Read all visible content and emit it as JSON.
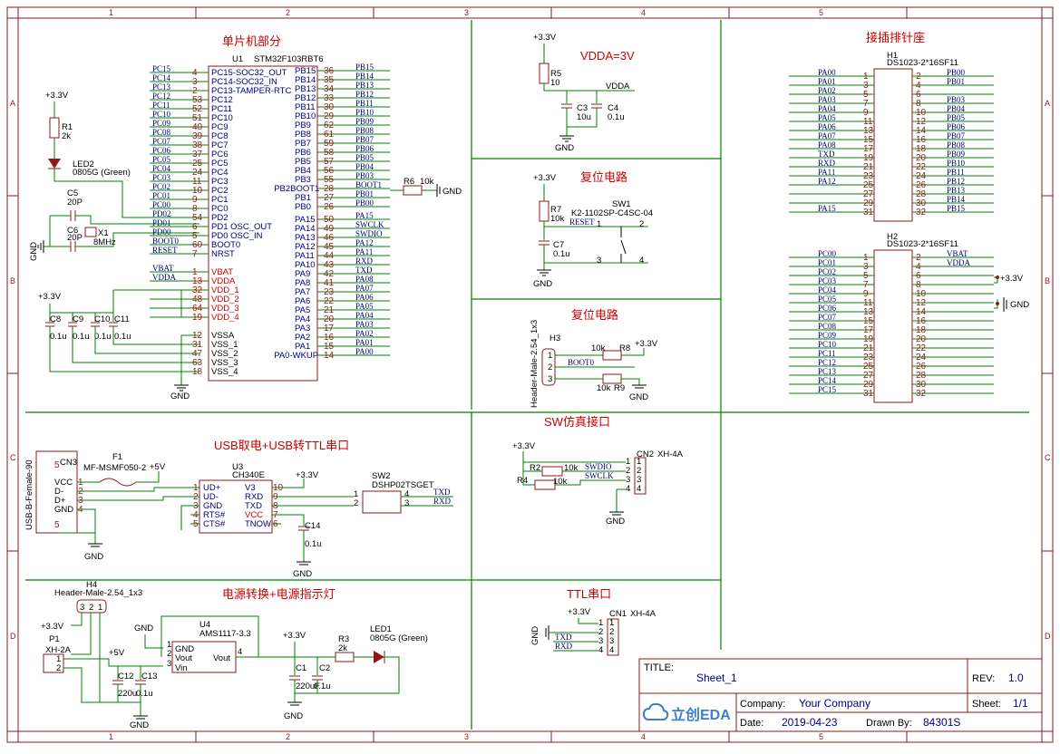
{
  "grid": {
    "cols": [
      "1",
      "2",
      "3",
      "4",
      "5"
    ],
    "rows": [
      "A",
      "B",
      "C",
      "D"
    ]
  },
  "sections": {
    "mcu": "单片机部分",
    "header": "接插排针座",
    "vdda": "VDDA=3V",
    "reset": "复位电路",
    "boot": "复位电路",
    "usb": "USB取电+USB转TTL串口",
    "sw": "SW仿真接口",
    "ttl": "TTL串口",
    "power": "电源转换+电源指示灯"
  },
  "mcu": {
    "ref": "U1",
    "part": "STM32F103RBT6",
    "left_pins": [
      {
        "net": "PC15",
        "num": "4",
        "name": "PC15-SOC32_OUT"
      },
      {
        "net": "PC14",
        "num": "3",
        "name": "PC14-SOC32_IN"
      },
      {
        "net": "PC13",
        "num": "2",
        "name": "PC13-TAMPER-RTC"
      },
      {
        "net": "PC12",
        "num": "53",
        "name": "PC12"
      },
      {
        "net": "PC11",
        "num": "52",
        "name": "PC11"
      },
      {
        "net": "PC10",
        "num": "51",
        "name": "PC10"
      },
      {
        "net": "PC09",
        "num": "40",
        "name": "PC9"
      },
      {
        "net": "PC08",
        "num": "39",
        "name": "PC8"
      },
      {
        "net": "PC07",
        "num": "38",
        "name": "PC7"
      },
      {
        "net": "PC06",
        "num": "37",
        "name": "PC6"
      },
      {
        "net": "PC05",
        "num": "25",
        "name": "PC5"
      },
      {
        "net": "PC04",
        "num": "24",
        "name": "PC4"
      },
      {
        "net": "PC03",
        "num": "11",
        "name": "PC3"
      },
      {
        "net": "PC02",
        "num": "10",
        "name": "PC2"
      },
      {
        "net": "PC01",
        "num": "9",
        "name": "PC1"
      },
      {
        "net": "PC00",
        "num": "8",
        "name": "PC0"
      },
      {
        "net": "PD02",
        "num": "54",
        "name": "PD2"
      },
      {
        "net": "PD01",
        "num": "6",
        "name": "PD1 OSC_OUT"
      },
      {
        "net": "PD00",
        "num": "5",
        "name": "PD0 OSC_IN"
      },
      {
        "net": "BOOT0",
        "num": "60",
        "name": "BOOT0"
      },
      {
        "net": "RESET",
        "num": "7",
        "name": "NRST"
      }
    ],
    "power_pins": [
      {
        "net": "VBAT",
        "num": "1",
        "name": "VBAT"
      },
      {
        "net": "VDDA",
        "num": "13",
        "name": "VDDA"
      },
      {
        "net": "",
        "num": "32",
        "name": "VDD_1"
      },
      {
        "net": "",
        "num": "48",
        "name": "VDD_2"
      },
      {
        "net": "",
        "num": "64",
        "name": "VDD_3"
      },
      {
        "net": "",
        "num": "19",
        "name": "VDD_4"
      }
    ],
    "gnd_pins": [
      {
        "num": "12",
        "name": "VSSA"
      },
      {
        "num": "31",
        "name": "VSS_1"
      },
      {
        "num": "47",
        "name": "VSS_2"
      },
      {
        "num": "63",
        "name": "VSS_3"
      },
      {
        "num": "18",
        "name": "VSS_4"
      }
    ],
    "right_pins": [
      {
        "net": "PB15",
        "num": "36",
        "name": "PB15"
      },
      {
        "net": "PB14",
        "num": "35",
        "name": "PB14"
      },
      {
        "net": "PB13",
        "num": "34",
        "name": "PB13"
      },
      {
        "net": "PB12",
        "num": "33",
        "name": "PB12"
      },
      {
        "net": "PB11",
        "num": "30",
        "name": "PB11"
      },
      {
        "net": "PB10",
        "num": "29",
        "name": "PB10"
      },
      {
        "net": "PB09",
        "num": "62",
        "name": "PB9"
      },
      {
        "net": "PB08",
        "num": "61",
        "name": "PB8"
      },
      {
        "net": "PB07",
        "num": "59",
        "name": "PB7"
      },
      {
        "net": "PB06",
        "num": "58",
        "name": "PB6"
      },
      {
        "net": "PB05",
        "num": "57",
        "name": "PB5"
      },
      {
        "net": "PB04",
        "num": "56",
        "name": "PB4"
      },
      {
        "net": "PB03",
        "num": "55",
        "name": "PB3"
      },
      {
        "net": "BOOT1",
        "num": "28",
        "name": "PB2BOOT1"
      },
      {
        "net": "PB01",
        "num": "27",
        "name": "PB1"
      },
      {
        "net": "PB00",
        "num": "26",
        "name": "PB0"
      },
      {
        "net": "PA15",
        "num": "50",
        "name": "PA15"
      },
      {
        "net": "SWCLK",
        "num": "49",
        "name": "PA14"
      },
      {
        "net": "SWDIO",
        "num": "46",
        "name": "PA13"
      },
      {
        "net": "PA12",
        "num": "45",
        "name": "PA12"
      },
      {
        "net": "PA11",
        "num": "44",
        "name": "PA11"
      },
      {
        "net": "RXD",
        "num": "43",
        "name": "PA10"
      },
      {
        "net": "TXD",
        "num": "42",
        "name": "PA9"
      },
      {
        "net": "PA08",
        "num": "41",
        "name": "PA8"
      },
      {
        "net": "PA07",
        "num": "23",
        "name": "PA7"
      },
      {
        "net": "PA06",
        "num": "22",
        "name": "PA6"
      },
      {
        "net": "PA05",
        "num": "21",
        "name": "PA5"
      },
      {
        "net": "PA04",
        "num": "20",
        "name": "PA4"
      },
      {
        "net": "PA03",
        "num": "17",
        "name": "PA3"
      },
      {
        "net": "PA02",
        "num": "16",
        "name": "PA2"
      },
      {
        "net": "PA01",
        "num": "15",
        "name": "PA1"
      },
      {
        "net": "PA00",
        "num": "14",
        "name": "PA0-WKUP"
      }
    ]
  },
  "labels": {
    "v33": "+3.3V",
    "v5": "+5V",
    "gnd": "GND",
    "r1": "R1",
    "r1v": "2k",
    "led2": "LED2",
    "led2v": "0805G (Green)",
    "c5": "C5",
    "c5v": "20P",
    "c6": "C6",
    "c6v": "20P",
    "x1": "X1",
    "x1v": "8MHz",
    "c8": "C8",
    "c9": "C9",
    "c10": "C10",
    "c11": "C11",
    "c01u": "0.1u",
    "r6": "R6",
    "r6v": "10k",
    "r5": "R5",
    "r5v": "10",
    "c3": "C3",
    "c3v": "10u",
    "c4": "C4",
    "c4v": "0.1u",
    "vdda": "VDDA",
    "r7": "R7",
    "r7v": "10k",
    "sw1": "SW1",
    "sw1v": "K2-1102SP-C4SC-04",
    "reset": "RESET",
    "c7": "C7",
    "c7v": "0.1u",
    "h3": "H3",
    "h3v": "Header-Male-2.54_1x3",
    "r8": "R8",
    "r9": "R9",
    "r10k": "10k",
    "boot0": "BOOT0",
    "cn3": "CN3",
    "cn3v": "USB-B-Female-90",
    "usb_pins": [
      "VCC",
      "D-",
      "D+",
      "GND"
    ],
    "f1": "F1",
    "f1v": "MF-MSMF050-2",
    "u3": "U3",
    "u3v": "CH340E",
    "u3_left": [
      "UD+",
      "UD-",
      "GND",
      "RTS#",
      "CTS#"
    ],
    "u3_right": [
      "V3",
      "RXD",
      "TXD",
      "VCC",
      "TNOW"
    ],
    "c14": "C14",
    "c14v": "0.1u",
    "sw2": "SW2",
    "sw2v": "DSHP02TSGET",
    "txd": "TXD",
    "rxd": "RXD",
    "cn2": "CN2",
    "cn2v": "XH-4A",
    "r2": "R2",
    "r4": "R4",
    "swdio": "SWDIO",
    "swclk": "SWCLK",
    "cn1": "CN1",
    "cn1v": "XH-4A",
    "h4": "H4",
    "h4v": "Header-Male-2.54_1x3",
    "p1": "P1",
    "p1v": "XH-2A",
    "c12": "C12",
    "c13": "C13",
    "c220u": "220u",
    "u4": "U4",
    "u4v": "AMS1117-3.3",
    "u4_pins": [
      "GND",
      "Vout",
      "Vin",
      "Vout"
    ],
    "c1": "C1",
    "c1v": "220uF",
    "c2": "C2",
    "c2v": "0.1u",
    "r3": "R3",
    "r3v": "2k",
    "led1": "LED1",
    "led1v": "0805G (Green)",
    "h1": "H1",
    "h1v": "DS1023-2*16SF11",
    "h2": "H2",
    "h2v": "DS1023-2*16SF11"
  },
  "h1": {
    "left": [
      "PA00",
      "PA01",
      "PA02",
      "PA03",
      "PA04",
      "PA05",
      "PA06",
      "PA07",
      "PA08",
      "TXD",
      "RXD",
      "PA11",
      "PA12",
      "",
      "",
      "PA15"
    ],
    "right": [
      "PB00",
      "PB01",
      "",
      "PB03",
      "PB04",
      "PB05",
      "PB06",
      "PB07",
      "PB08",
      "PB09",
      "PB10",
      "PB11",
      "PB12",
      "PB13",
      "PB14",
      "PB15"
    ]
  },
  "h2": {
    "left": [
      "PC00",
      "PC01",
      "PC02",
      "PC03",
      "PC04",
      "PC05",
      "PC06",
      "PC07",
      "PC08",
      "PC09",
      "PC10",
      "PC11",
      "PC12",
      "PC13",
      "PC14",
      "PC15"
    ],
    "right": [
      "VBAT",
      "VDDA",
      "+3.3V",
      "",
      "",
      "GND",
      "",
      "",
      "",
      "",
      "",
      "",
      "",
      "",
      "",
      ""
    ]
  },
  "titleblock": {
    "title_label": "TITLE:",
    "title": "Sheet_1",
    "rev_label": "REV:",
    "rev": "1.0",
    "company_label": "Company:",
    "company": "Your Company",
    "sheet_label": "Sheet:",
    "sheet": "1/1",
    "date_label": "Date:",
    "date": "2019-04-23",
    "drawn_label": "Drawn By:",
    "drawn": "84301S",
    "logo": "立创EDA"
  }
}
